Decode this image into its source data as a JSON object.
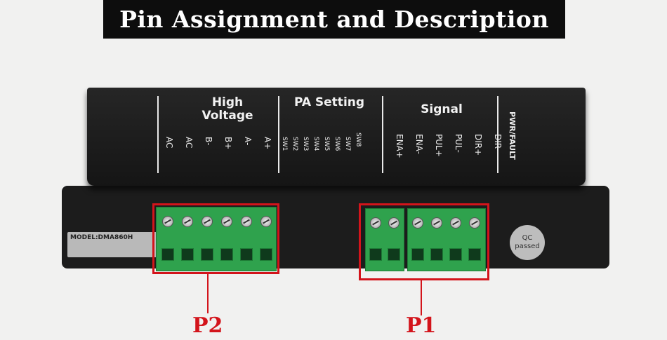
{
  "title": "Pin Assignment and Description",
  "panel": {
    "groups": [
      {
        "label": "High Voltage"
      },
      {
        "label": "PA Setting"
      },
      {
        "label": "Signal"
      },
      {
        "label": "PWR/FAULT"
      }
    ],
    "high_voltage_pins": [
      "AC",
      "AC",
      "B-",
      "B+",
      "A-",
      "A+"
    ],
    "pa_switches": [
      "SW1",
      "SW2",
      "SW3",
      "SW4",
      "SW5",
      "SW6",
      "SW7",
      "SW8"
    ],
    "signal_pins": [
      "ENA+",
      "ENA-",
      "PUL+",
      "PUL-",
      "DIR+",
      "DIR-"
    ]
  },
  "model_plate": {
    "model": "MODEL:DMA860H"
  },
  "qc_sticker": {
    "line1": "QC",
    "line2": "passed"
  },
  "callouts": {
    "p2": "P2",
    "p1": "P1"
  },
  "colors": {
    "highlight": "#d3141b",
    "terminal": "#2fa24d"
  }
}
